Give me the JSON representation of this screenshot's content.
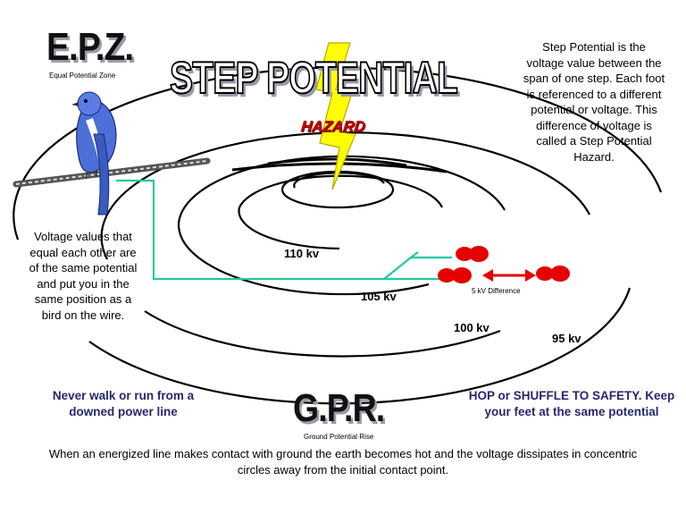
{
  "epz": {
    "title": "E.P.Z.",
    "subtitle": "Equal Potential Zone"
  },
  "step_potential": {
    "title": "STEP POTENTIAL",
    "hazard": "HAZARD"
  },
  "right_description": "Step Potential is the voltage value between the span of one step. Each foot is referenced to a different potential or voltage. This difference of voltage is called a Step Potential Hazard.",
  "left_description": "Voltage values that equal each other are of the same potential and put you in the same position as a bird on the wire.",
  "rings": {
    "r1": "110 kv",
    "r2": "105 kv",
    "r3": "100 kv",
    "r4": "95 kv"
  },
  "difference_label": "5 kV Difference",
  "warnings": {
    "left": "Never walk or run from a downed power line",
    "right": "HOP or SHUFFLE TO SAFETY. Keep your feet at the same potential"
  },
  "gpr": {
    "title": "G.P.R.",
    "subtitle": "Ground Potential Rise"
  },
  "bottom_text": "When an energized line makes contact with ground the earth becomes hot and the voltage dissipates in concentric circles away from the initial contact point.",
  "colors": {
    "connector": "#1ecba0",
    "foot": "#e60000",
    "navy_text": "#27276e",
    "bolt": "#ffff00"
  },
  "icons": [
    "bird-icon",
    "lightning-bolt-icon",
    "footprint-icon",
    "power-line-icon"
  ]
}
